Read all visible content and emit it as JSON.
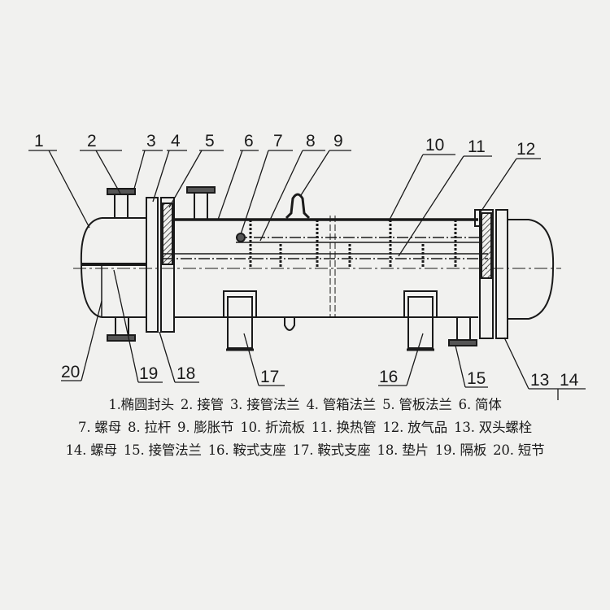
{
  "callouts": [
    "1",
    "2",
    "3",
    "4",
    "5",
    "6",
    "7",
    "8",
    "9",
    "10",
    "11",
    "12",
    "13",
    "14",
    "15",
    "16",
    "17",
    "18",
    "19",
    "20"
  ],
  "legend": {
    "line1": [
      "1.椭圆封头",
      "2. 接管",
      "3. 接管法兰",
      "4. 管箱法兰",
      "5. 管板法兰",
      "6. 简体"
    ],
    "line2": [
      "7. 螺母",
      "8. 拉杆",
      "9. 膨胀节",
      "10. 折流板",
      "11. 换热管",
      "12. 放气品",
      "13. 双头螺栓"
    ],
    "line3": [
      "14. 螺母",
      "15. 接管法兰",
      "16. 鞍式支座",
      "17. 鞍式支座",
      "18. 垫片",
      "19. 隔板",
      "20. 短节"
    ]
  },
  "colors": {
    "line": "#1a1a1a",
    "background": "#f1f1ef"
  }
}
